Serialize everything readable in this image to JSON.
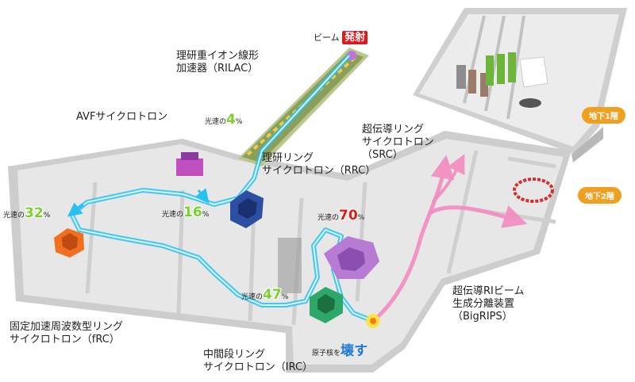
{
  "beam_fire": {
    "prefix": "ビーム",
    "highlight": "発射"
  },
  "rilac": {
    "line1": "理研重イオン線形",
    "line2": "加速器（RILAC）"
  },
  "avf": {
    "line1": "AVFサイクロトロン"
  },
  "rrc": {
    "line1": "理研リング",
    "line2": "サイクロトロン（RRC）"
  },
  "src": {
    "line1": "超伝導リング",
    "line2": "サイクロトロン",
    "line3": "（SRC）"
  },
  "frc": {
    "line1": "固定加速周波数型リング",
    "line2": "サイクロトロン（fRC）"
  },
  "irc": {
    "line1": "中間段リング",
    "line2": "サイクロトロン（IRC）"
  },
  "bigrips": {
    "line1": "超伝導RIビーム",
    "line2": "生成分離装置",
    "line3": "（BigRIPS）"
  },
  "floors": {
    "b1": "地下1階",
    "b2": "地下2階"
  },
  "speeds": {
    "prefix": "光速の",
    "unit": "%",
    "s4": "4",
    "s16": "16",
    "s32": "32",
    "s47": "47",
    "s70": "70"
  },
  "break_nucleus": {
    "prefix": "原子核を",
    "highlight": "壊す"
  },
  "colors": {
    "beam": "#28c0f0",
    "beam_pink": "#f48cc0",
    "floor": "#e6e6e6",
    "wall": "#c9c9c9",
    "badge": "#f0a020",
    "speed_green": "#7ad12a",
    "speed_red": "#e0191d",
    "rrc": "#2c4fa3",
    "src": "#b77bd4",
    "irc": "#2ea86a",
    "frc": "#f07020",
    "rilac": "#8aa05a"
  }
}
